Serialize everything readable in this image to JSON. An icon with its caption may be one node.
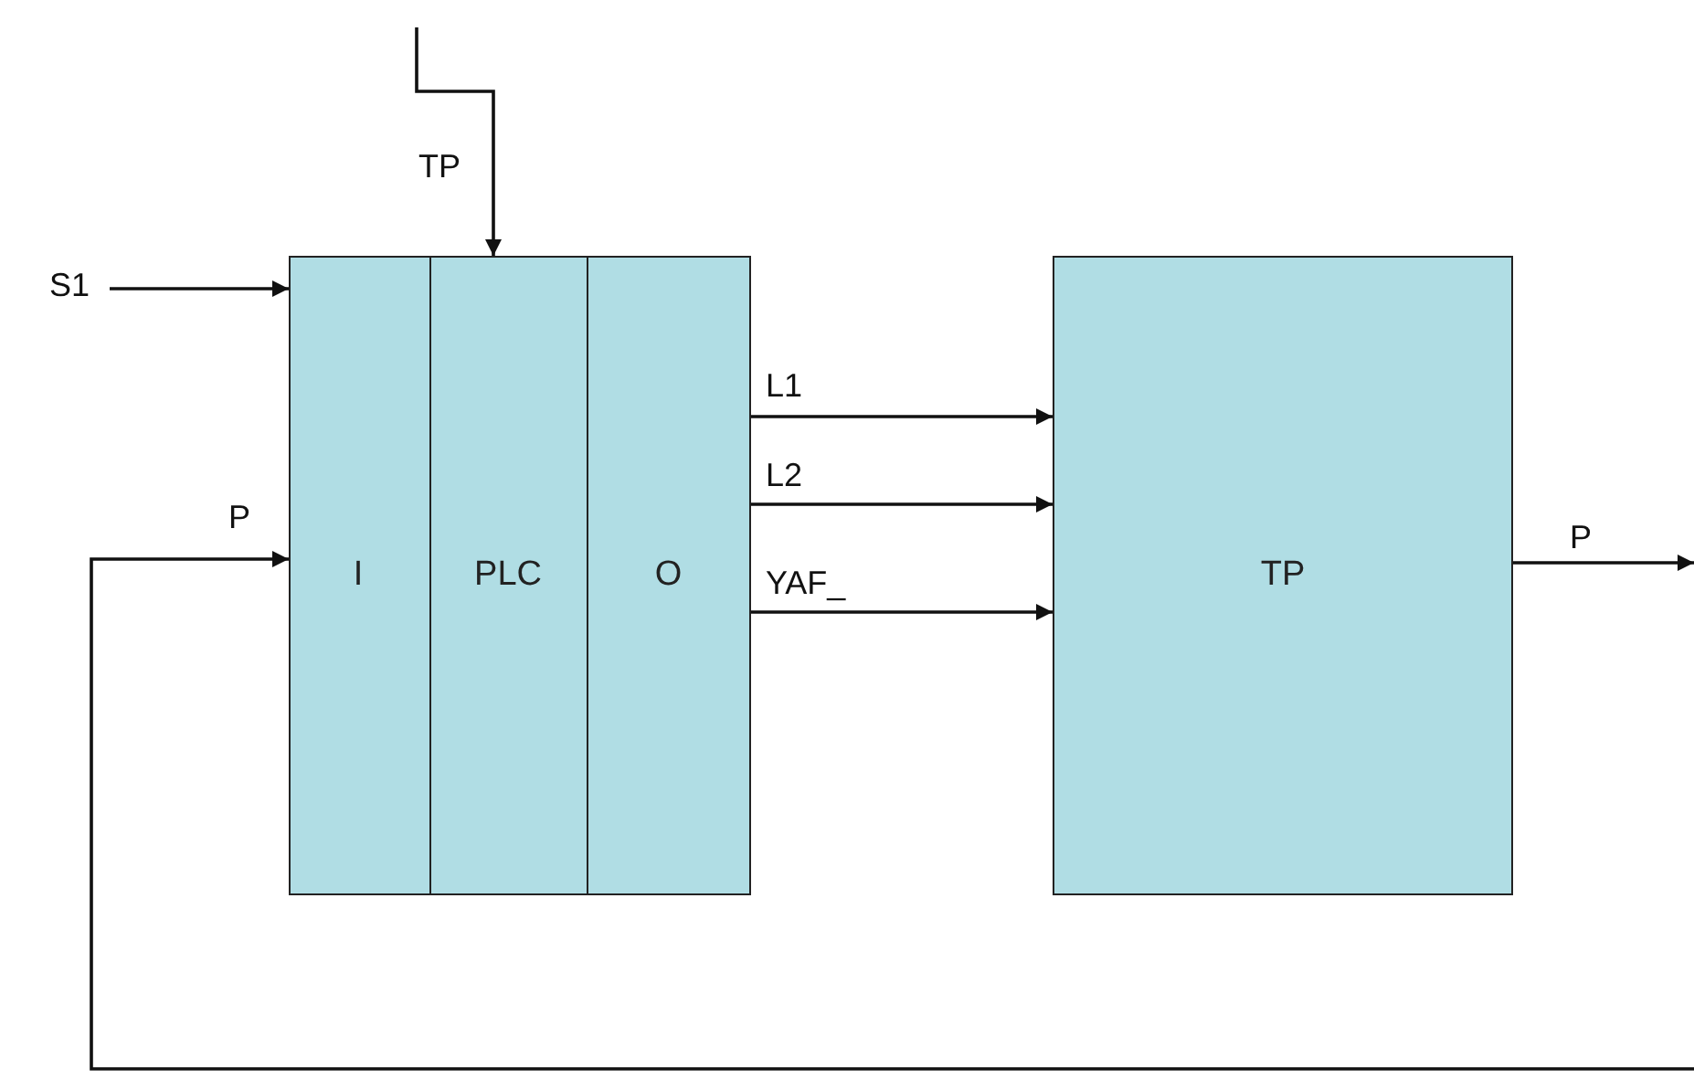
{
  "diagram": {
    "nodes": [
      {
        "text": [],
        "shape": "box"
      },
      {
        "text": [
          "I"
        ],
        "in": 0
      },
      {
        "text": [
          "PLC"
        ],
        "in": 0
      },
      {
        "text": [
          "O"
        ],
        "in": 0
      },
      {
        "text": [
          "TP"
        ]
      }
    ],
    "edges": [
      {
        "from": null,
        "to": 2,
        "arrow": "to",
        "label": "TP"
      },
      {
        "from": null,
        "to": 1,
        "arrow": "to",
        "label": "S1"
      },
      {
        "from": null,
        "to": 1,
        "arrow": "to",
        "label": "P"
      },
      {
        "from": 3,
        "to": 4,
        "arrow": "to",
        "label": "L1"
      },
      {
        "from": 3,
        "to": 4,
        "arrow": "to",
        "label": "L2"
      },
      {
        "from": 3,
        "to": 4,
        "arrow": "to",
        "label": "YAF_"
      },
      {
        "from": 4,
        "to": null,
        "arrow": "to",
        "label": "P"
      }
    ]
  }
}
